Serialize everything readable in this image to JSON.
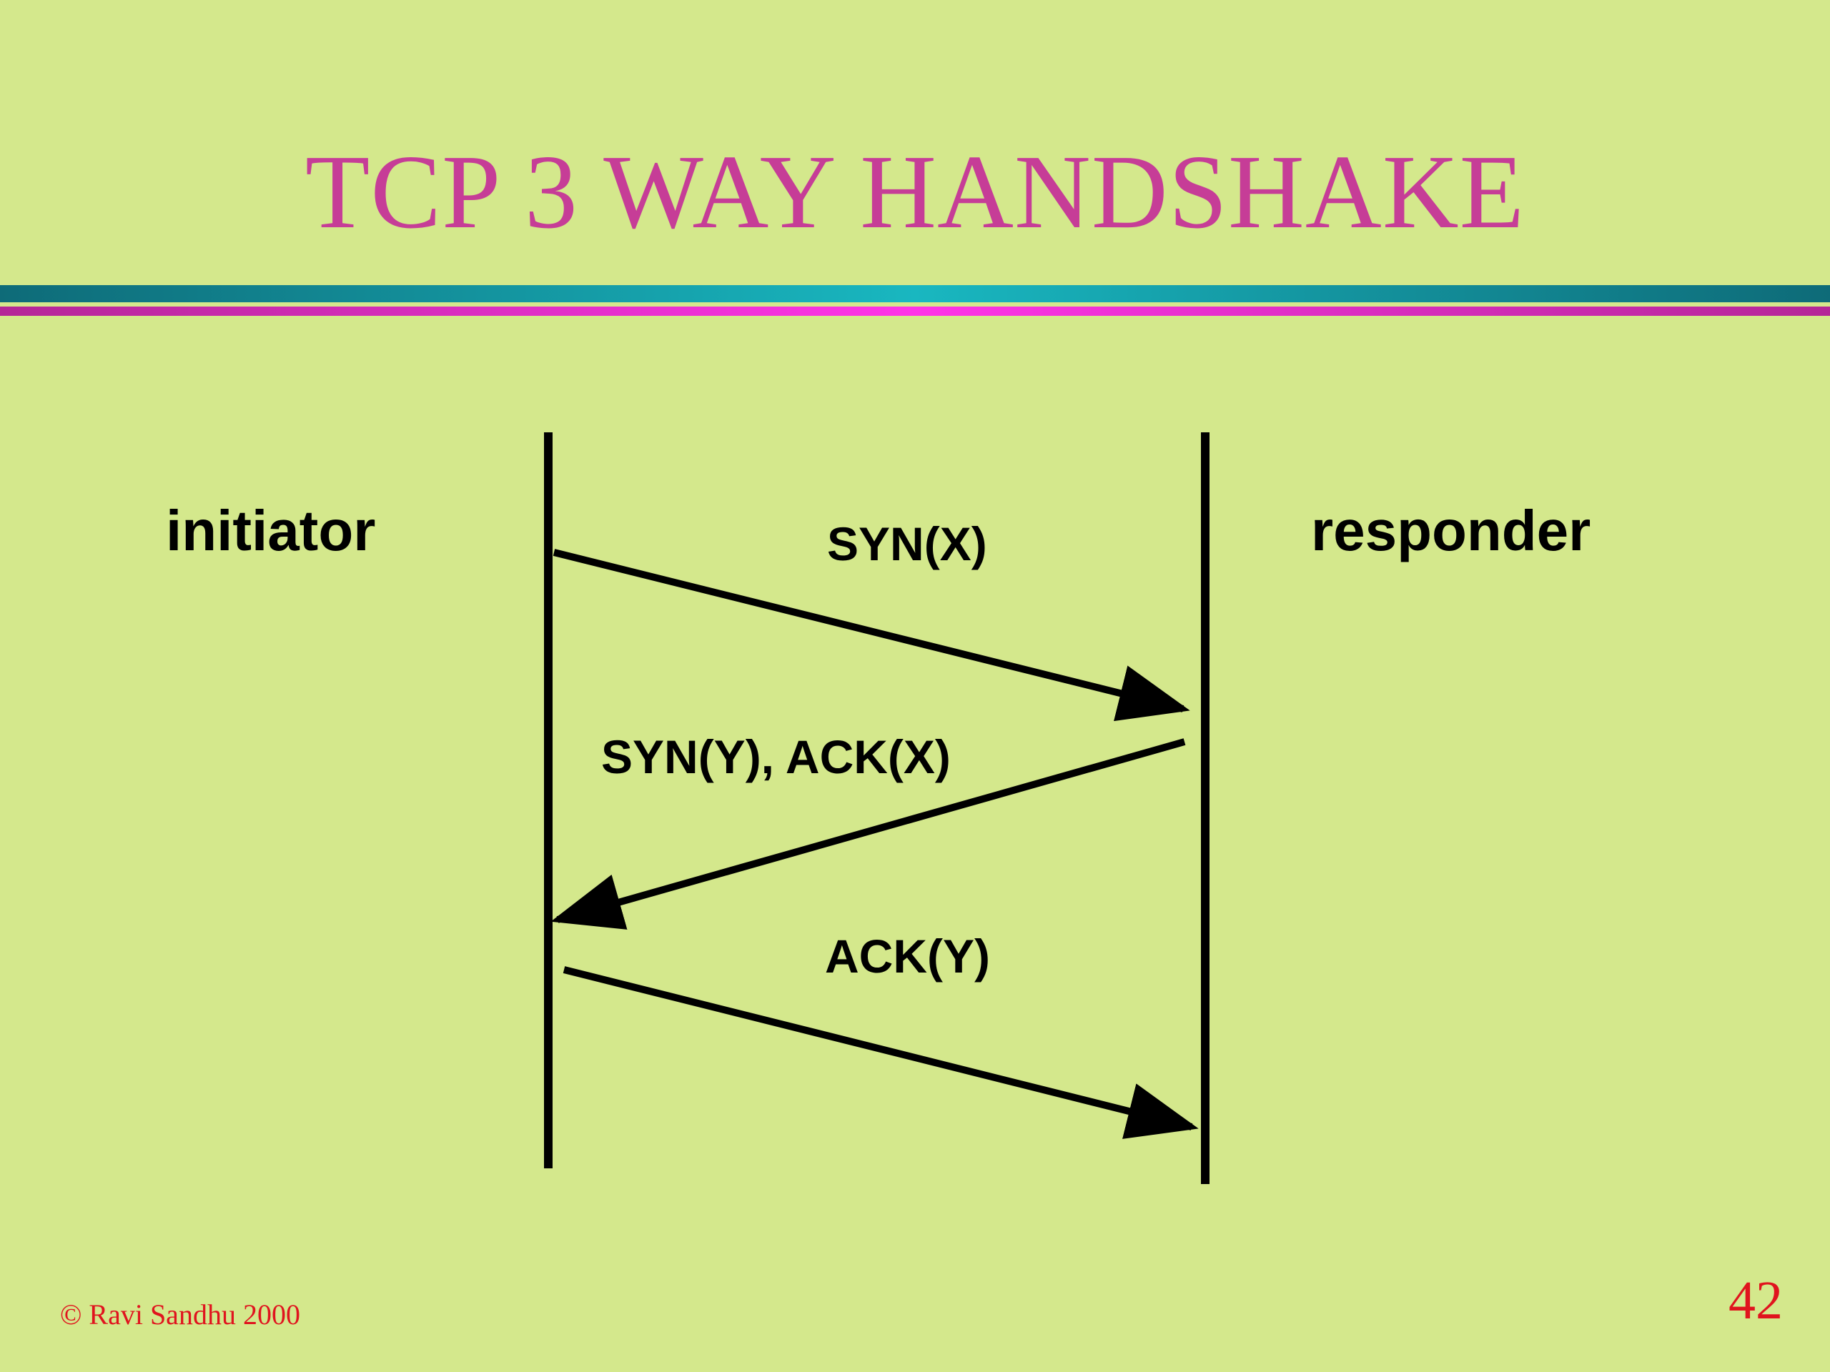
{
  "slide": {
    "title": "TCP 3 WAY HANDSHAKE",
    "footer": {
      "copyright": "© Ravi Sandhu 2000",
      "page_number": "42"
    },
    "colors": {
      "background": "#d4e88c",
      "title": "#c63d97",
      "rule_teal": "#19b7c0",
      "rule_magenta": "#ff33e8",
      "footer_text": "#e0141e"
    }
  },
  "diagram": {
    "participants": [
      {
        "id": "initiator",
        "label": "initiator"
      },
      {
        "id": "responder",
        "label": "responder"
      }
    ],
    "messages": [
      {
        "label": "SYN(X)",
        "from": "initiator",
        "to": "responder"
      },
      {
        "label": "SYN(Y), ACK(X)",
        "from": "responder",
        "to": "initiator"
      },
      {
        "label": "ACK(Y)",
        "from": "initiator",
        "to": "responder"
      }
    ]
  }
}
